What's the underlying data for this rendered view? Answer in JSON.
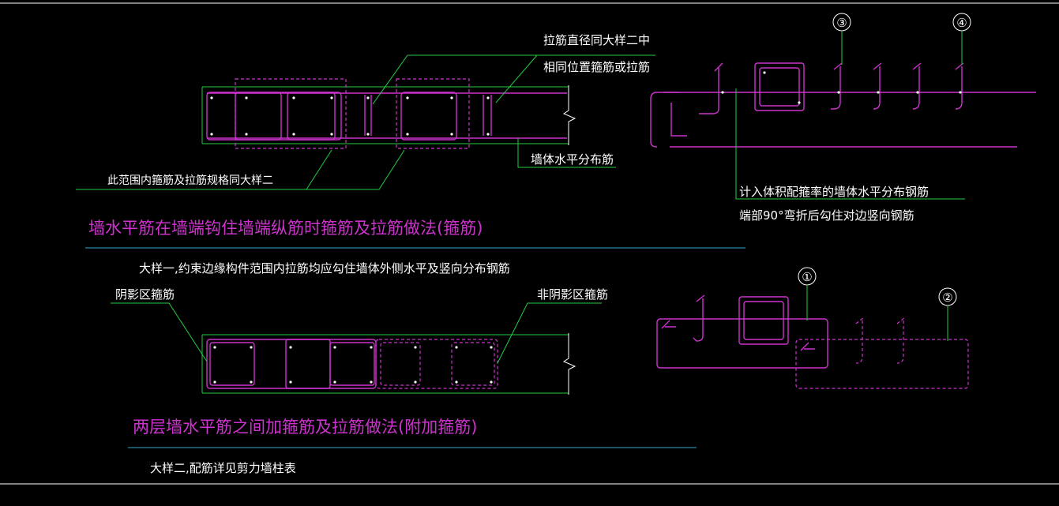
{
  "detail1": {
    "title": "墙水平筋在墙端钩住墙端纵筋时箍筋及拉筋做法(箍筋)",
    "caption": "大样一,约束边缘构件范围内拉筋均应勾住墙体外侧水平及竖向分布钢筋",
    "note_tie": [
      "拉筋直径同大样二中",
      "相同位置箍筋或拉筋"
    ],
    "note_range": "此范围内箍筋及拉筋规格同大样二",
    "note_wall_bar": "墙体水平分布筋"
  },
  "detail_right": {
    "note_count": "计入体积配箍率的墙体水平分布钢筋",
    "note_hook": "端部90°弯折后勾住对边竖向钢筋",
    "marks": [
      "③",
      "④",
      "①",
      "②"
    ]
  },
  "detail2": {
    "title": "两层墙水平筋之间加箍筋及拉筋做法(附加箍筋)",
    "caption": "大样二,配筋详见剪力墙柱表",
    "note_shadow": "阴影区箍筋",
    "note_nonshadow": "非阴影区箍筋"
  },
  "colors": {
    "background": "#000000",
    "rebar": "#cc33cc",
    "leader": "#22cc44",
    "text": "#ffffff",
    "underline": "#33aacc"
  }
}
